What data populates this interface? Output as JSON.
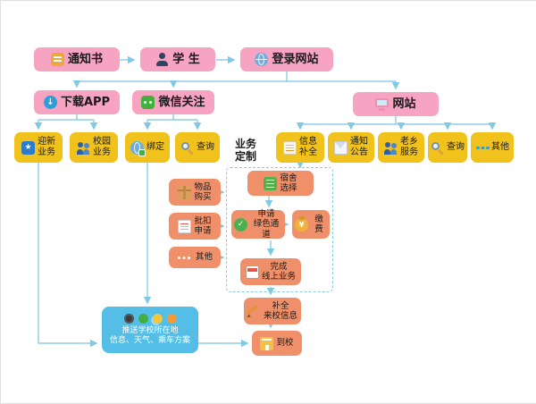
{
  "palette": {
    "pink": "#F7A3C2",
    "yellow": "#F2C21C",
    "orange": "#F0906A",
    "push_blue": "#54BEE6",
    "arrow": "#8FCEE8"
  },
  "top_row": [
    {
      "label": "通知书",
      "icon": "notice-icon"
    },
    {
      "label": "学 生",
      "icon": "student-icon"
    },
    {
      "label": "登录网站",
      "icon": "globe-icon"
    }
  ],
  "channels": [
    {
      "label": "下载APP",
      "icon": "download-icon"
    },
    {
      "label": "微信关注",
      "icon": "wechat-icon"
    },
    {
      "label": "网站",
      "icon": "monitor-icon"
    }
  ],
  "app_services": [
    {
      "label": "迎新\n业务",
      "icon": "welcome-icon"
    },
    {
      "label": "校园\n业务",
      "icon": "campus-people-icon"
    }
  ],
  "wechat_services": [
    {
      "label": "绑定",
      "icon": "bind-icon"
    },
    {
      "label": "查询",
      "icon": "search-icon"
    }
  ],
  "custom": {
    "label": "业务\n定制"
  },
  "website_services": [
    {
      "label": "信息\n补全",
      "icon": "form-icon"
    },
    {
      "label": "通知\n公告",
      "icon": "mail-icon"
    },
    {
      "label": "老乡\n服务",
      "icon": "people-icon"
    },
    {
      "label": "查询",
      "icon": "search-icon"
    },
    {
      "label": "其他",
      "icon": "dots-icon"
    }
  ],
  "optional_services": [
    {
      "label": "物品\n购买",
      "icon": "package-icon"
    },
    {
      "label": "批扣\n申请",
      "icon": "document-icon"
    },
    {
      "label": "其他",
      "icon": "dots-icon"
    }
  ],
  "online_flow": {
    "dorm": {
      "label": "宿舍\n选择",
      "icon": "cabinet-icon"
    },
    "green": {
      "label": "申请\n绿色通道",
      "icon": "green-channel-icon"
    },
    "pay": {
      "label": "缴费",
      "icon": "moneybag-icon"
    },
    "done": {
      "label": "完成\n线上业务",
      "icon": "card-icon"
    }
  },
  "arrival": {
    "supplement": {
      "label": "补全\n来校信息",
      "icon": "pencil-icon"
    },
    "arrive": {
      "label": "到校",
      "icon": "school-icon"
    }
  },
  "push": {
    "text": "推送学校所在地\n信息、天气、乘车方案",
    "icons": [
      "moments-icon",
      "chat-bubble-icon",
      "weather-icon",
      "transport-icon"
    ]
  }
}
